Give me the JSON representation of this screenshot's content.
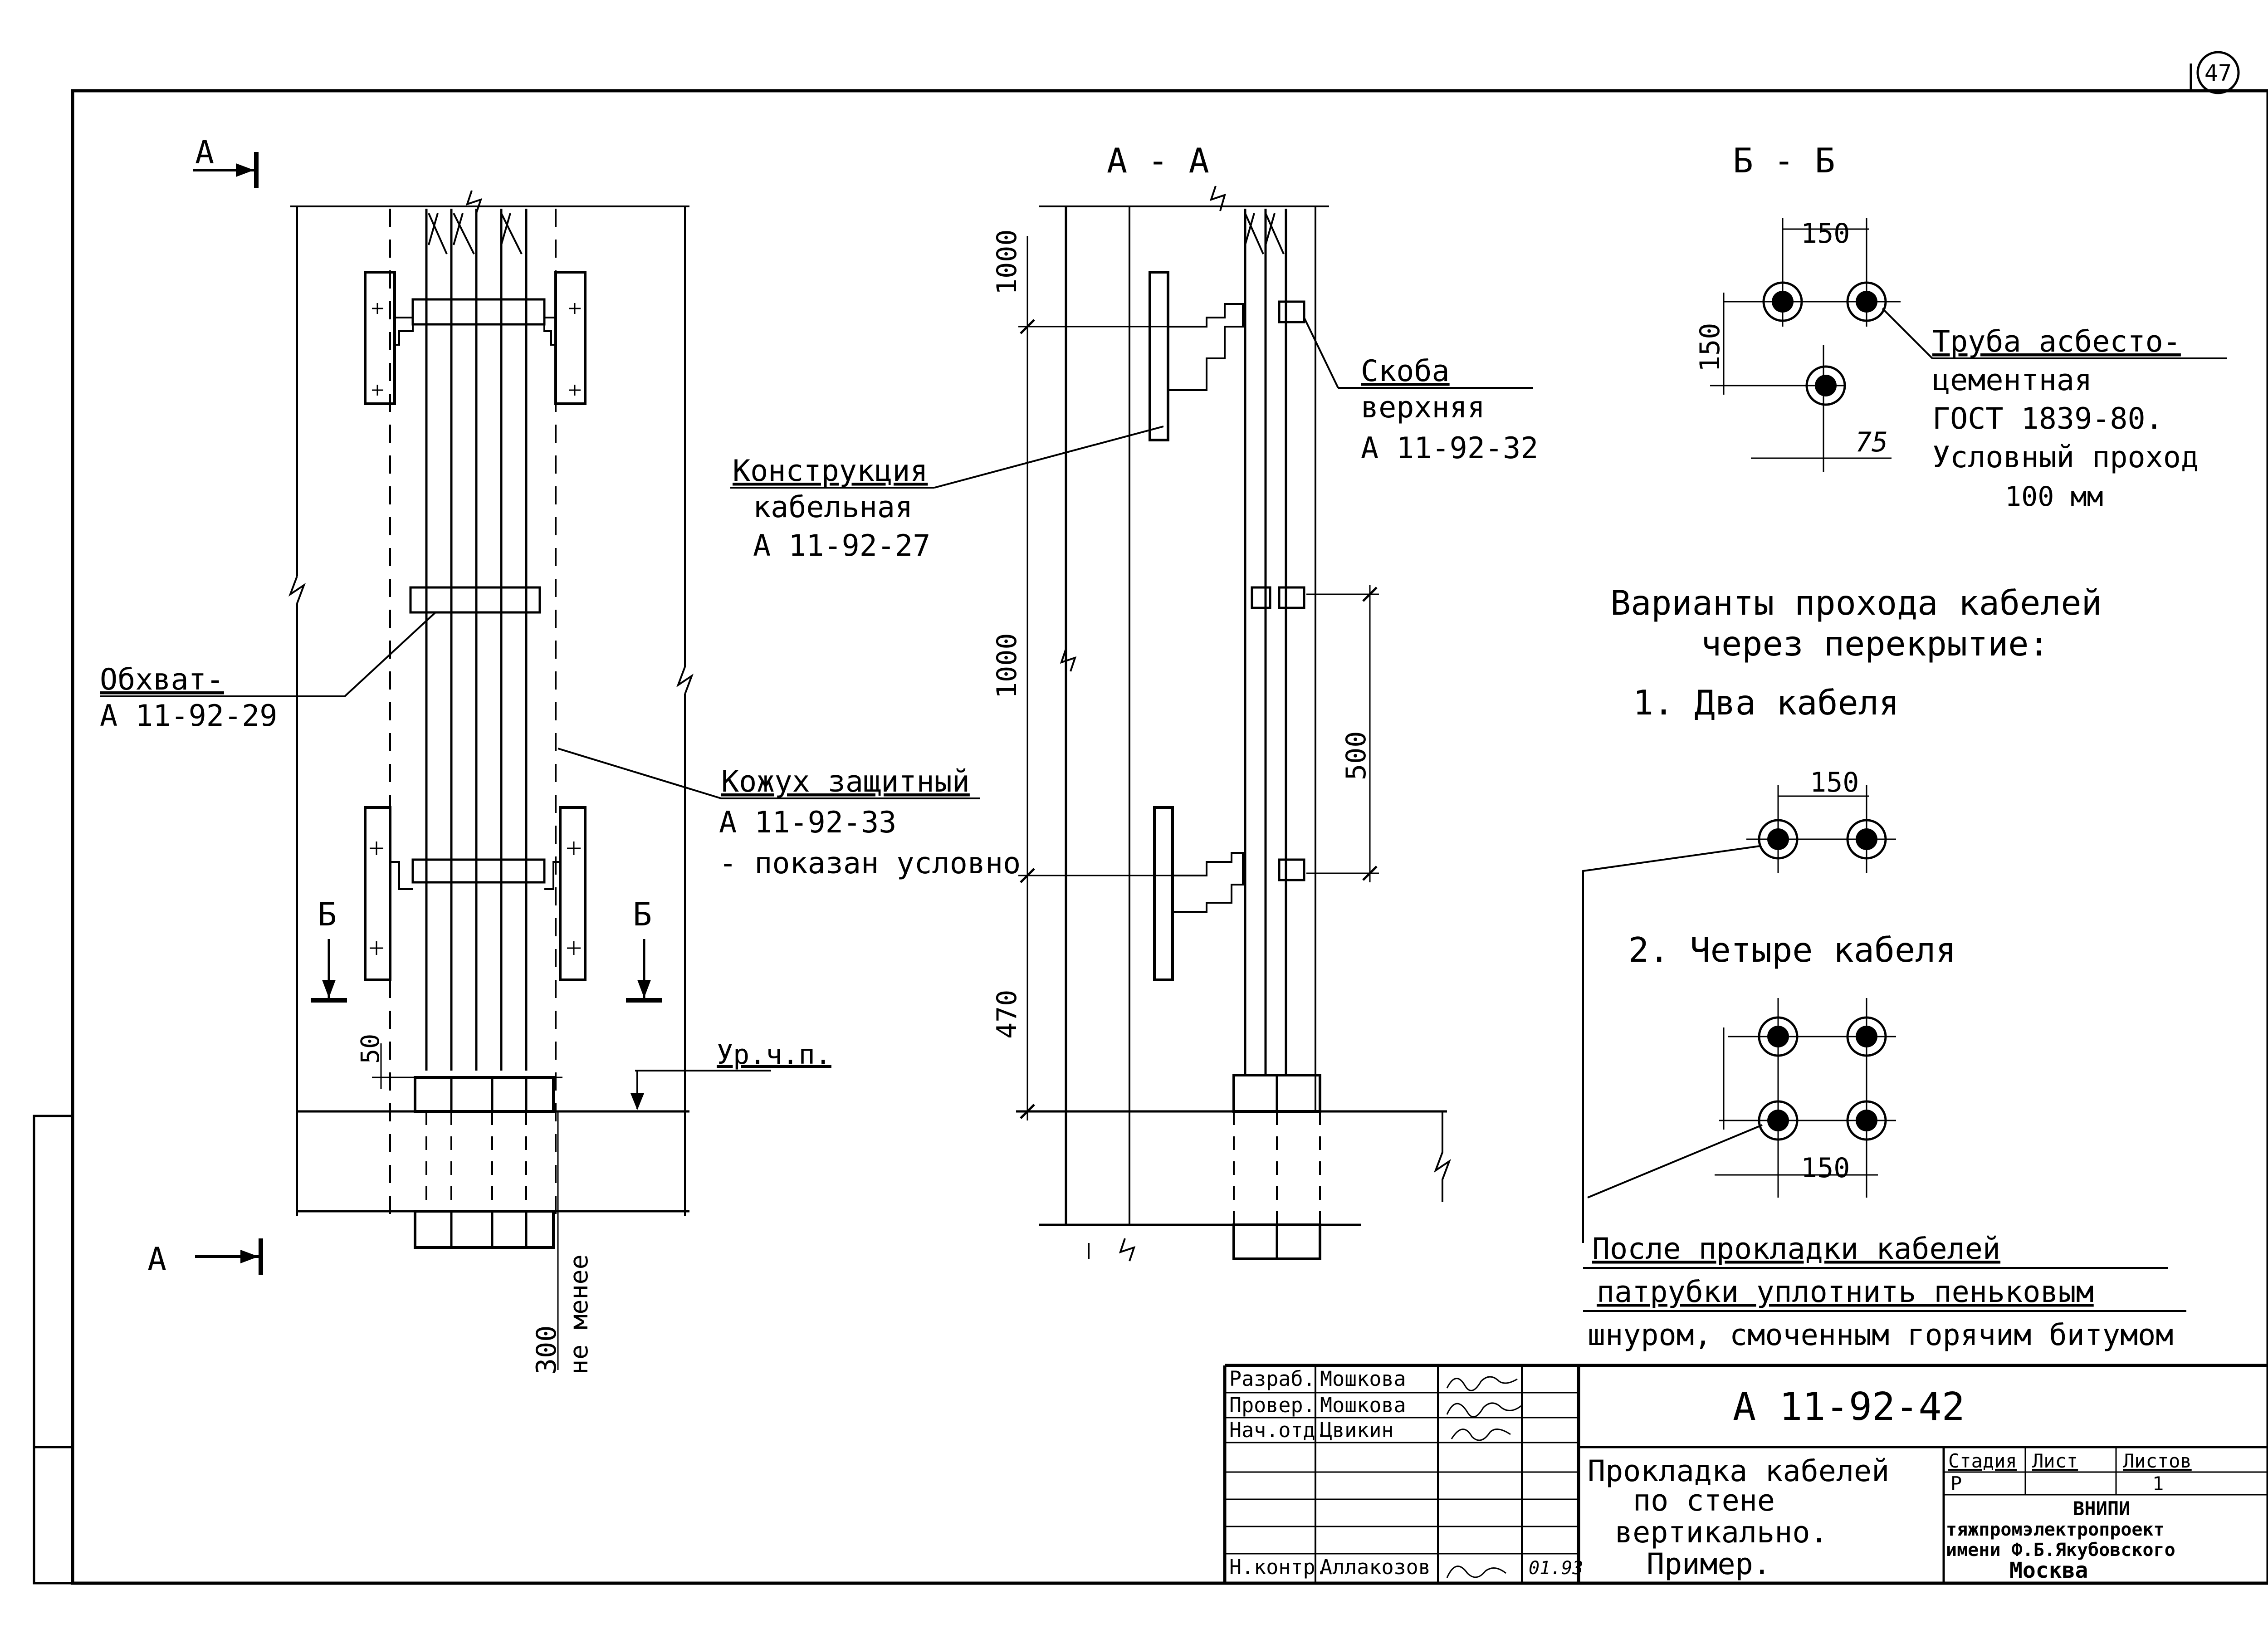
{
  "page_number": "47",
  "section_marks": {
    "a_top": "А",
    "a_bottom": "А",
    "b_left": "Б",
    "b_right": "Б"
  },
  "view_titles": {
    "section_aa": "А - А",
    "section_bb": "Б - Б"
  },
  "labels": {
    "cable_construction": [
      "Конструкция",
      "кабельная",
      "А 11-92-27"
    ],
    "clamp": [
      "Обхват-",
      "А 11-92-29"
    ],
    "casing": [
      "Кожух защитный",
      "А 11-92-33",
      "- показан условно"
    ],
    "bracket": [
      "Скоба",
      "верхняя",
      "А 11-92-32"
    ],
    "floor_level": "Ур.ч.п.",
    "pipe": [
      "Труба асбесто-",
      "цементная",
      "ГОСТ 1839-80.",
      "Условный проход",
      "100 мм"
    ]
  },
  "dimensions": {
    "dim_50": "50",
    "dim_300": "300",
    "not_less": "не менее",
    "dim_1000_top": "1000",
    "dim_1000_mid": "1000",
    "dim_470": "470",
    "dim_500": "500",
    "bb_150_top": "150",
    "bb_150_side": "150",
    "bb_75": "75",
    "two_150": "150",
    "four_150": "150"
  },
  "variants": {
    "title_1": "Варианты прохода кабелей",
    "title_2": "через перекрытие:",
    "item_1": "1. Два кабеля",
    "item_2": "2. Четыре кабеля"
  },
  "note": [
    "После прокладки кабелей",
    "патрубки уплотнить пеньковым",
    "шнуром, смоченным горячим битумом"
  ],
  "title_block": {
    "designation": "А 11-92-42",
    "roles": [
      "Разраб.",
      "Провер.",
      "Нач.отд.",
      "",
      "",
      "",
      "",
      "Н.контр."
    ],
    "names": [
      "Мошкова",
      "Мошкова",
      "Цвикин",
      "",
      "",
      "",
      "",
      "Аллакозов"
    ],
    "date": "01.93",
    "title_lines": [
      "Прокладка кабелей",
      "по стене",
      "вертикально.",
      "Пример."
    ],
    "stage_header": "Стадия",
    "sheet_header": "Лист",
    "sheets_header": "Листов",
    "stage": "Р",
    "sheets": "1",
    "org_lines": [
      "ВНИПИ",
      "тяжпромэлектропроект",
      "имени Ф.Б.Якубовского",
      "Москва"
    ]
  }
}
